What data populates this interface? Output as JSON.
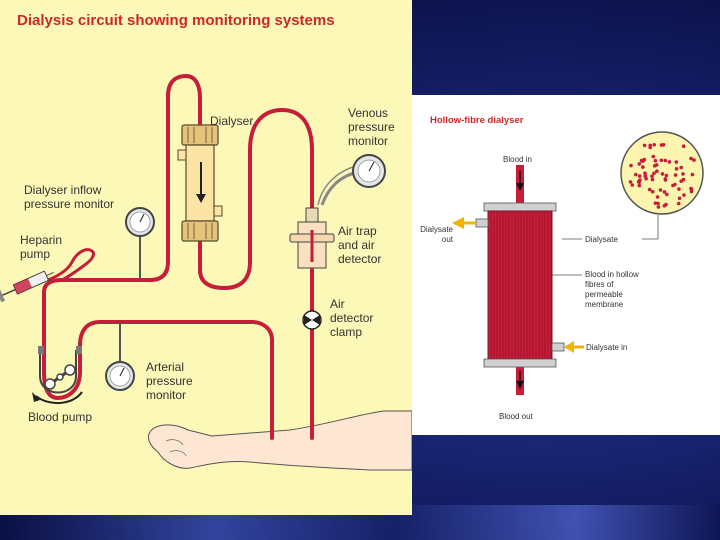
{
  "left_diagram": {
    "title": "Dialysis circuit showing monitoring systems",
    "labels": {
      "dialyser": "Dialyser",
      "venous_1": "Venous",
      "venous_2": "pressure",
      "venous_3": "monitor",
      "inflow_1": "Dialyser inflow",
      "inflow_2": "pressure monitor",
      "heparin_1": "Heparin",
      "heparin_2": "pump",
      "air_trap_1": "Air trap",
      "air_trap_2": "and air",
      "air_trap_3": "detector",
      "air_clamp_1": "Air",
      "air_clamp_2": "detector",
      "air_clamp_3": "clamp",
      "arterial_1": "Arterial",
      "arterial_2": "pressure",
      "arterial_3": "monitor",
      "blood_pump": "Blood pump"
    }
  },
  "right_diagram": {
    "title": "Hollow-fibre dialyser",
    "labels": {
      "blood_in": "Blood in",
      "dialysate_out_1": "Dialysate",
      "dialysate_out_2": "out",
      "dialysate": "Dialysate",
      "fibres_1": "Blood in hollow",
      "fibres_2": "fibres of",
      "fibres_3": "permeable",
      "fibres_4": "membrane",
      "dialysate_in": "Dialysate in",
      "blood_out": "Blood out"
    }
  },
  "colors": {
    "tube": "#c51d3a",
    "label_text": "#333333",
    "title": "#d1272b",
    "flow_arrow": "#f0b400",
    "left_background": "#fcf8b8"
  }
}
